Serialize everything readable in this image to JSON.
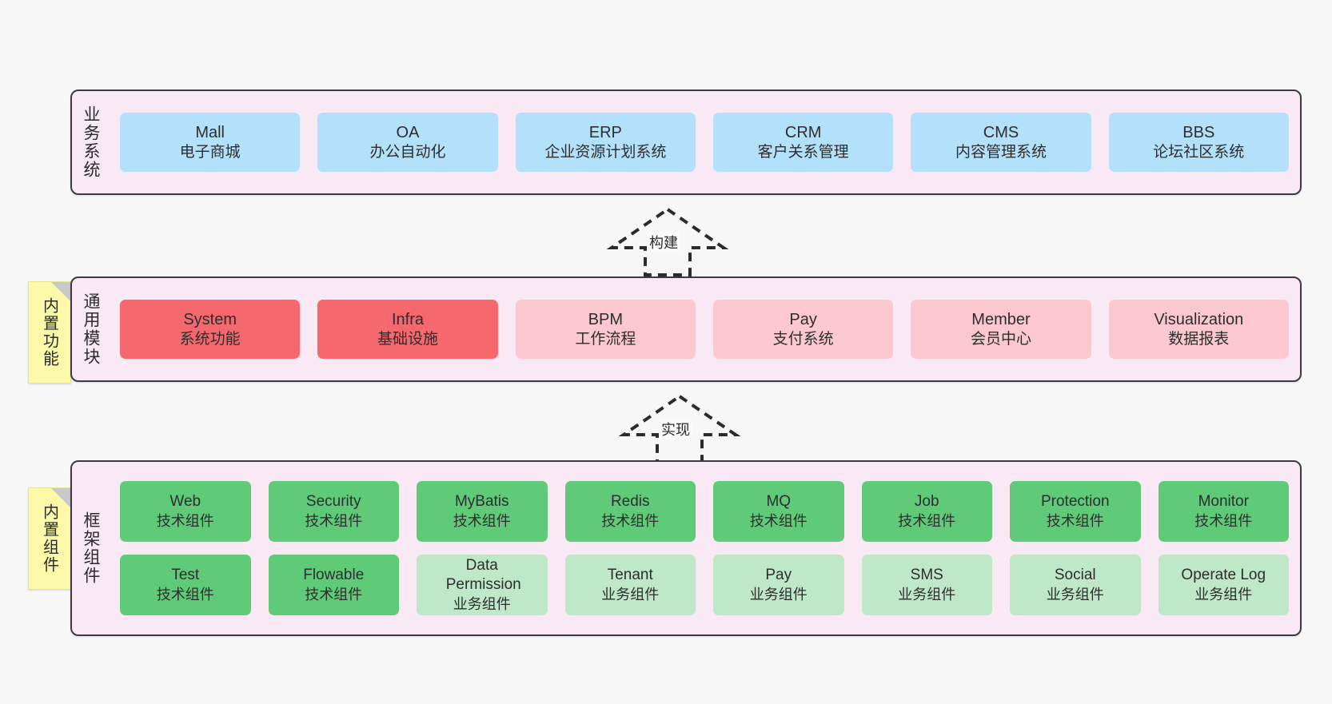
{
  "diagram": {
    "background": "#f7f7f7",
    "layer_fill": "#f9e9f4",
    "layer_border": "#3d3846",
    "note_fill": "#fbf8a8",
    "colors": {
      "blue": "#b3e0fb",
      "red": "#f4686e",
      "pink": "#fbc8d0",
      "green": "#5fcb79",
      "light_green": "#bfe8c8"
    }
  },
  "layers": [
    {
      "id": "business",
      "title": "业务系统",
      "rows": [
        {
          "nodes": [
            {
              "en": "Mall",
              "cn": "电子商城",
              "color": "blue"
            },
            {
              "en": "OA",
              "cn": "办公自动化",
              "color": "blue"
            },
            {
              "en": "ERP",
              "cn": "企业资源计划系统",
              "color": "blue"
            },
            {
              "en": "CRM",
              "cn": "客户关系管理",
              "color": "blue"
            },
            {
              "en": "CMS",
              "cn": "内容管理系统",
              "color": "blue"
            },
            {
              "en": "BBS",
              "cn": "论坛社区系统",
              "color": "blue"
            }
          ]
        }
      ]
    },
    {
      "id": "common",
      "title": "通用模块",
      "note": "内置功能",
      "rows": [
        {
          "nodes": [
            {
              "en": "System",
              "cn": "系统功能",
              "color": "red"
            },
            {
              "en": "Infra",
              "cn": "基础设施",
              "color": "red"
            },
            {
              "en": "BPM",
              "cn": "工作流程",
              "color": "pink"
            },
            {
              "en": "Pay",
              "cn": "支付系统",
              "color": "pink"
            },
            {
              "en": "Member",
              "cn": "会员中心",
              "color": "pink"
            },
            {
              "en": "Visualization",
              "cn": "数据报表",
              "color": "pink"
            }
          ]
        }
      ]
    },
    {
      "id": "framework",
      "title": "框架组件",
      "note": "内置组件",
      "rows": [
        {
          "nodes": [
            {
              "en": "Web",
              "cn": "技术组件",
              "color": "green"
            },
            {
              "en": "Security",
              "cn": "技术组件",
              "color": "green"
            },
            {
              "en": "MyBatis",
              "cn": "技术组件",
              "color": "green"
            },
            {
              "en": "Redis",
              "cn": "技术组件",
              "color": "green"
            },
            {
              "en": "MQ",
              "cn": "技术组件",
              "color": "green"
            },
            {
              "en": "Job",
              "cn": "技术组件",
              "color": "green"
            },
            {
              "en": "Protection",
              "cn": "技术组件",
              "color": "green"
            },
            {
              "en": "Monitor",
              "cn": "技术组件",
              "color": "green"
            }
          ]
        },
        {
          "nodes": [
            {
              "en": "Test",
              "cn": "技术组件",
              "color": "green"
            },
            {
              "en": "Flowable",
              "cn": "技术组件",
              "color": "green"
            },
            {
              "en": "Data Permission",
              "cn": "业务组件",
              "color": "light_green"
            },
            {
              "en": "Tenant",
              "cn": "业务组件",
              "color": "light_green"
            },
            {
              "en": "Pay",
              "cn": "业务组件",
              "color": "light_green"
            },
            {
              "en": "SMS",
              "cn": "业务组件",
              "color": "light_green"
            },
            {
              "en": "Social",
              "cn": "业务组件",
              "color": "light_green"
            },
            {
              "en": "Operate Log",
              "cn": "业务组件",
              "color": "light_green"
            }
          ]
        }
      ]
    }
  ],
  "connectors": [
    {
      "id": "build",
      "label": "构建",
      "from": "common",
      "to": "business"
    },
    {
      "id": "implement",
      "label": "实现",
      "from": "framework",
      "to": "common"
    }
  ]
}
